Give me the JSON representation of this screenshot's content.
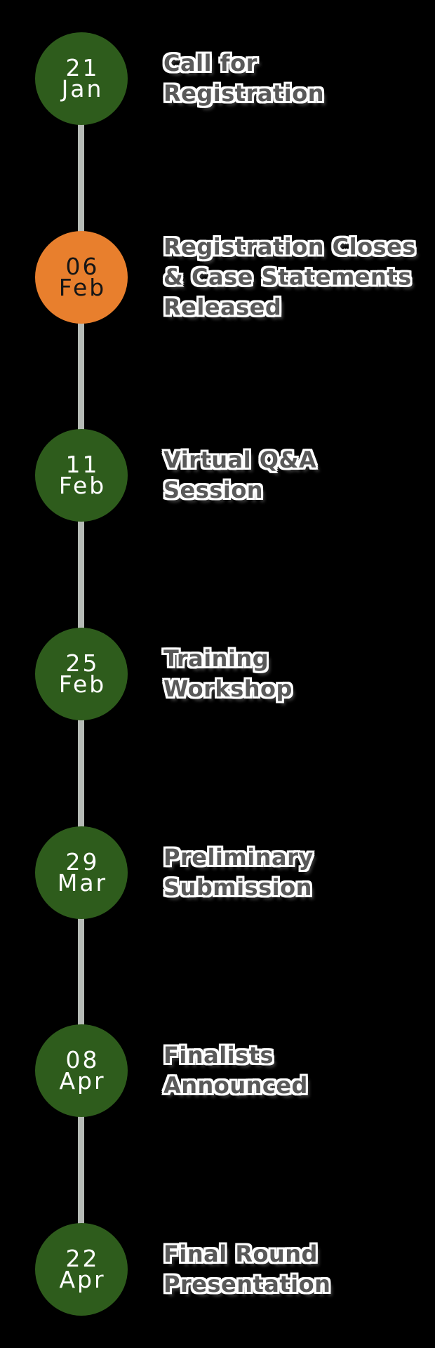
{
  "theme": {
    "bg": "#000000",
    "green": "#2e5c1c",
    "orange": "#e87f2d",
    "line-gray": "#b5bab5",
    "label-gray": "#595959",
    "date-on-green": "#ffffff",
    "date-on-orange": "#161616"
  },
  "timeline": {
    "events": [
      {
        "day": "21",
        "month": "Jan",
        "title": "Call for\nRegistration",
        "circle_color": "green"
      },
      {
        "day": "06",
        "month": "Feb",
        "title": "Registration Closes\n& Case Statements\nReleased",
        "circle_color": "orange"
      },
      {
        "day": "11",
        "month": "Feb",
        "title": "Virtual Q&A\nSession",
        "circle_color": "green"
      },
      {
        "day": "25",
        "month": "Feb",
        "title": "Training\nWorkshop",
        "circle_color": "green"
      },
      {
        "day": "29",
        "month": "Mar",
        "title": "Preliminary\nSubmission",
        "circle_color": "green"
      },
      {
        "day": "08",
        "month": "Apr",
        "title": "Finalists\nAnnounced",
        "circle_color": "green"
      },
      {
        "day": "22",
        "month": "Apr",
        "title": "Final Round\nPresentation",
        "circle_color": "green"
      }
    ]
  }
}
